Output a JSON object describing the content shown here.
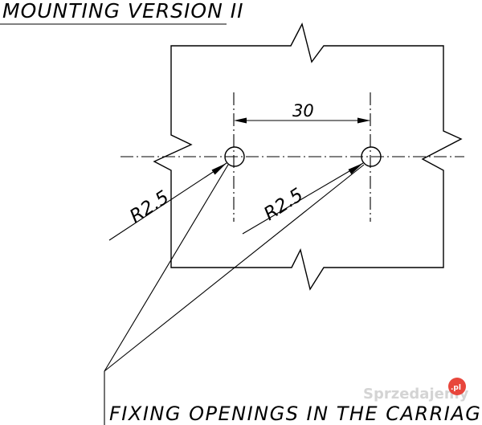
{
  "drawing": {
    "title": "MOUNTING VERSION II",
    "dimension_label": "30",
    "radius_label_left": "R2.5",
    "radius_label_right": "R2.5",
    "footer_label": "FIXING OPENINGS IN THE CARRIAGE"
  },
  "watermark": {
    "brand": "Sprzedajemy",
    "tld": ".pl",
    "badge_color": "#e8463c"
  },
  "colors": {
    "line": "#000000",
    "background": "#ffffff"
  }
}
